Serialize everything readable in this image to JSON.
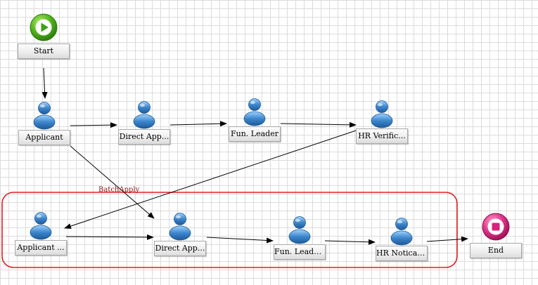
{
  "diagram": {
    "nodes": {
      "start": {
        "label": "Start",
        "icon": "start-play-icon"
      },
      "applicant": {
        "label": "Applicant",
        "icon": "user-icon"
      },
      "direct_approver": {
        "label": "Direct App...",
        "icon": "user-icon"
      },
      "fun_leader": {
        "label": "Fun. Leader",
        "icon": "user-icon"
      },
      "hr_verification": {
        "label": "HR Verific...",
        "icon": "user-icon"
      },
      "applicant_2": {
        "label": "Applicant ...",
        "icon": "user-icon"
      },
      "direct_approver_2": {
        "label": "Direct App...",
        "icon": "user-icon"
      },
      "fun_leader_2": {
        "label": "Fun. Leade...",
        "icon": "user-icon"
      },
      "hr_notification": {
        "label": "HR Noticat...",
        "icon": "user-icon"
      },
      "end": {
        "label": "End",
        "icon": "end-stop-icon"
      }
    },
    "edge_labels": {
      "batch_apply": "BatchApply"
    },
    "colors": {
      "highlight_border": "#e02020",
      "user_icon_blue": "#3d86cc",
      "start_green": "#3fa015",
      "end_pink": "#d8237a",
      "grid": "#dcdcdc"
    }
  }
}
